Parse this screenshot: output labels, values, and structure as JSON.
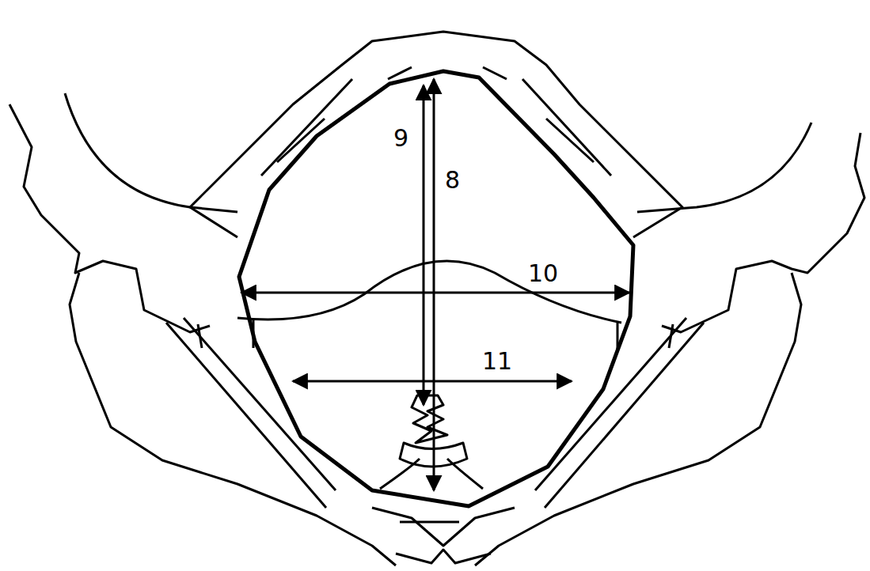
{
  "diagram": {
    "labels": [
      "9",
      "8",
      "10",
      "11"
    ]
  }
}
